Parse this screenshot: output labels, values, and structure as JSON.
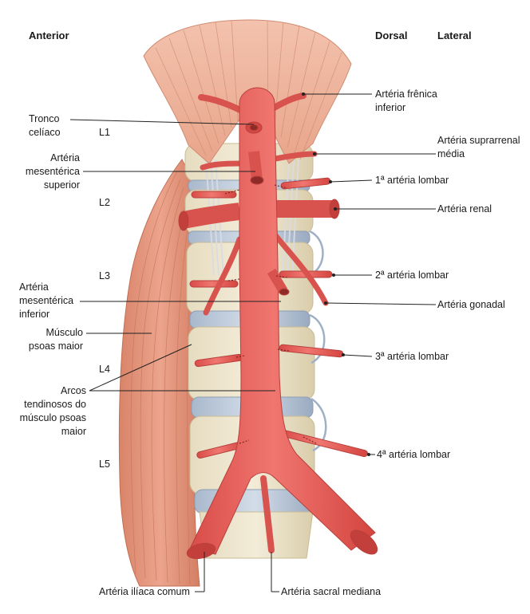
{
  "orientation": {
    "anterior": "Anterior",
    "dorsal": "Dorsal",
    "lateral": "Lateral"
  },
  "vertebrae": [
    "L1",
    "L2",
    "L3",
    "L4",
    "L5"
  ],
  "labels_left": {
    "tronco_celiaco": [
      "Tronco",
      "celíaco"
    ],
    "mesenterica_superior": [
      "Artéria",
      "mesentérica",
      "superior"
    ],
    "mesenterica_inferior": [
      "Artéria",
      "mesentérica",
      "inferior"
    ],
    "psoas": [
      "Músculo",
      "psoas maior"
    ],
    "arcos": [
      "Arcos",
      "tendinosos do",
      "músculo psoas",
      "maior"
    ]
  },
  "labels_right": {
    "frenica": [
      "Artéria frênica",
      "inferior"
    ],
    "suprarrenal": [
      "Artéria suprarrenal",
      "média"
    ],
    "lombar1": "1ª artéria lombar",
    "renal": "Artéria renal",
    "lombar2": "2ª artéria lombar",
    "gonadal": "Artéria gonadal",
    "lombar3": "3ª artéria lombar",
    "lombar4": "4ª artéria lombar"
  },
  "labels_bottom": {
    "iliaca": "Artéria ilíaca comum",
    "sacral": "Artéria sacral mediana"
  },
  "colors": {
    "artery": "#e8605a",
    "artery_dark": "#b8403c",
    "muscle": "#e39a80",
    "vertebra": "#ece3c8",
    "disc": "#b9c7d8",
    "leader": "#222222"
  }
}
